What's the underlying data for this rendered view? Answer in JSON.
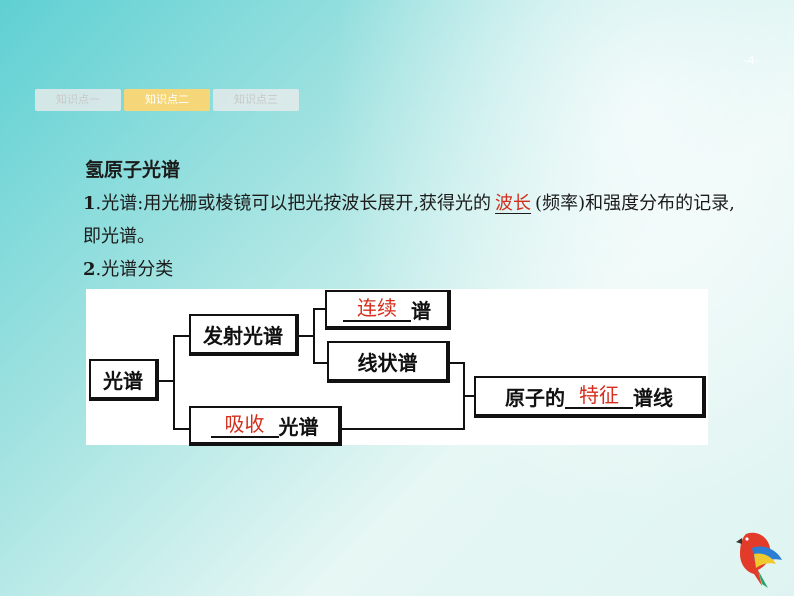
{
  "page_number": "-4-",
  "tabs": [
    {
      "label": "知识点一",
      "active": false
    },
    {
      "label": "知识点二",
      "active": true
    },
    {
      "label": "知识点三",
      "active": false
    }
  ],
  "section": {
    "heading": "氢原子光谱",
    "p1_num": "1",
    "p1_before": ".光谱:用光栅或棱镜可以把光按波长展开,获得光的",
    "p1_blank": "波长",
    "p1_after": "(频率)和强度分布的记录,即光谱。",
    "p2_num": "2",
    "p2_text": ".光谱分类"
  },
  "diagram": {
    "root": "光谱",
    "emission": "发射光谱",
    "continuous_blank": "连续",
    "continuous_suffix": "谱",
    "line_spectrum": "线状谱",
    "absorption_blank": "吸收",
    "absorption_suffix": "光谱",
    "atom_prefix": "原子的",
    "atom_blank": "特征",
    "atom_suffix": "谱线"
  },
  "colors": {
    "answer": "#d42e1d",
    "active_tab": "#f5d77a"
  }
}
